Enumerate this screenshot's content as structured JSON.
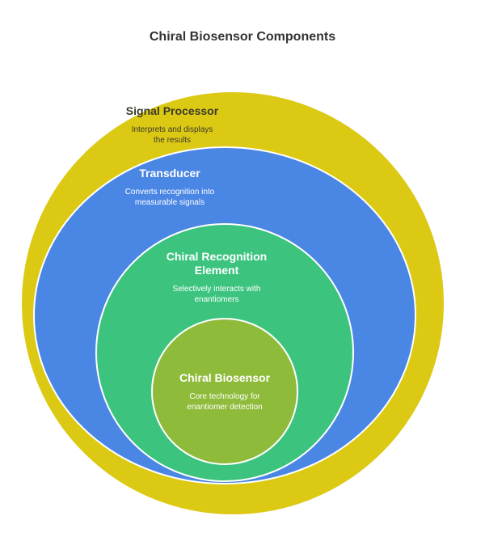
{
  "title": "Chiral Biosensor Components",
  "layers": [
    {
      "name": "Signal Processor",
      "description_line1": "Interprets and displays",
      "description_line2": "the results",
      "color": "#dcc914"
    },
    {
      "name": "Transducer",
      "description_line1": "Converts recognition into",
      "description_line2": "measurable signals",
      "color": "#4a86e4"
    },
    {
      "name_line1": "Chiral Recognition",
      "name_line2": "Element",
      "description_line1": "Selectively interacts with",
      "description_line2": "enantiomers",
      "color": "#3cc47f"
    },
    {
      "name": "Chiral Biosensor",
      "description_line1": "Core technology for",
      "description_line2": "enantiomer detection",
      "color": "#8fbb3b"
    }
  ]
}
